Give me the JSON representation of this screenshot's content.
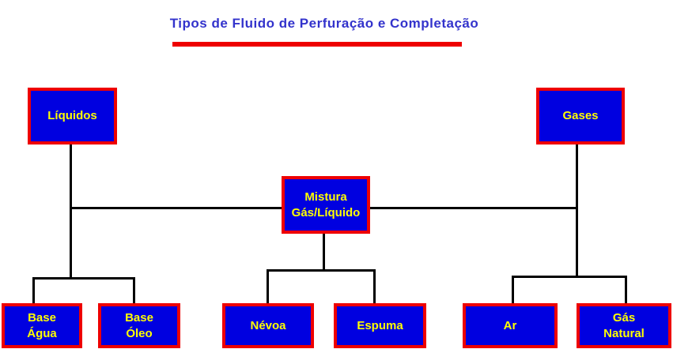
{
  "title": "Tipos de Fluido de Perfuração e Completação",
  "colors": {
    "box_fill": "#0000e0",
    "box_border": "#ee0000",
    "box_text": "#ffff00",
    "title_text": "#3333cc",
    "underline": "#ee0000",
    "line": "#000000"
  },
  "nodes": {
    "liquidos": "Líquidos",
    "gases": "Gases",
    "mistura": "Mistura\nGás/Líquido",
    "base_agua": "Base\nÁgua",
    "base_oleo": "Base\nÓleo",
    "nevoa": "Névoa",
    "espuma": "Espuma",
    "ar": "Ar",
    "gas_natural": "Gás\nNatural"
  }
}
